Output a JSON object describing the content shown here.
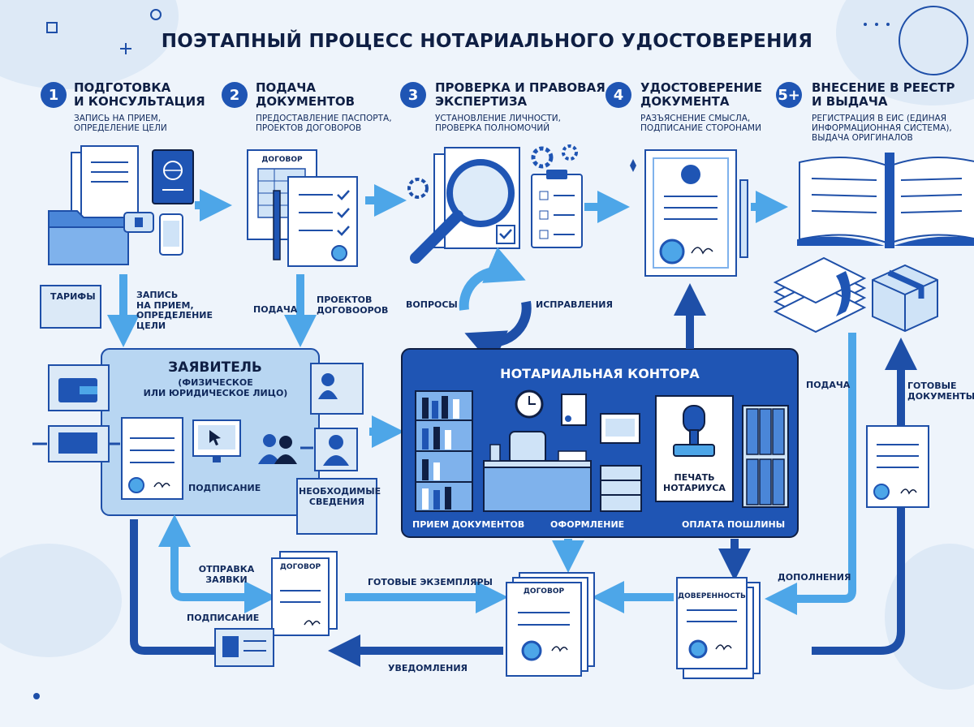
{
  "title": "ПОЭТАПНЫЙ ПРОЦЕСС НОТАРИАЛЬНОГО УДОСТОВЕРЕНИЯ",
  "colors": {
    "primary": "#1f55b4",
    "dark": "#0f1f44",
    "light_blue": "#cfe3f7",
    "arrow_light": "#4da6e8",
    "arrow_dark": "#1e4fa8"
  },
  "steps": [
    {
      "num": "1",
      "title": [
        "ПОДГОТОВКА",
        "И КОНСУЛЬТАЦИЯ"
      ],
      "desc": [
        "ЗАПИСЬ НА ПРИЕМ,",
        "ОПРЕДЕЛЕНИЕ ЦЕЛИ"
      ]
    },
    {
      "num": "2",
      "title": [
        "ПОДАЧА",
        "ДОКУМЕНТОВ"
      ],
      "desc": [
        "ПРЕДОСТАВЛЕНИЕ ПАСПОРТА,",
        "ПРОЕКТОВ ДОГОВОРОВ"
      ]
    },
    {
      "num": "3",
      "title": [
        "ПРОВЕРКА И ПРАВОВАЯ",
        "ЭКСПЕРТИЗА"
      ],
      "desc": [
        "УСТАНОВЛЕНИЕ ЛИЧНОСТИ,",
        "ПРОВЕРКА ПОЛНОМОЧИЙ"
      ]
    },
    {
      "num": "4",
      "title": [
        "УДОСТОВЕРЕНИЕ",
        "ДОКУМЕНТА"
      ],
      "desc": [
        "РАЗЪЯСНЕНИЕ СМЫСЛА,",
        "ПОДПИСАНИЕ СТОРОНАМИ"
      ]
    },
    {
      "num": "5+",
      "title": [
        "ВНЕСЕНИЕ В РЕЕСТР",
        "И ВЫДАЧА"
      ],
      "desc": [
        "РЕГИСТРАЦИЯ В ЕИС (ЕДИНАЯ",
        "ИНФОРМАЦИОННАЯ СИСТЕМА),",
        "ВЫДАЧА ОРИГИНАЛОВ"
      ]
    }
  ],
  "labels": {
    "tariffs": "ТАРИФЫ",
    "appointment": [
      "ЗАПИСЬ",
      "НА ПРИЕМ,",
      "ОПРЕДЕЛЕНИЕ",
      "ЦЕЛИ"
    ],
    "submission": "ПОДАЧА",
    "draft_contracts": [
      "ПРОЕКТОВ",
      "ДОГОВООРОВ"
    ],
    "questions": "ВОПРОСЫ",
    "corrections": "ИСПРАВЛЕНИЯ",
    "applicant_title": "ЗАЯВИТЕЛЬ",
    "applicant_sub": [
      "(ФИЗИЧЕСКОЕ",
      "ИЛИ ЮРИДИЧЕСКОЕ ЛИЦО)"
    ],
    "signing": "ПОДПИСАНИЕ",
    "required_info": [
      "НЕОБХОДИМЫЕ",
      "СВЕДЕНИЯ"
    ],
    "office_title": "НОТАРИАЛЬНАЯ КОНТОРА",
    "notary_seal": [
      "ПЕЧАТЬ",
      "НОТАРИУСА"
    ],
    "receive_docs": "ПРИЕМ ДОКУМЕНТОВ",
    "processing": "ОФОРМЛЕНИЕ",
    "fee_payment": "ОПЛАТА ПОШЛИНЫ",
    "submission_right": "ПОДАЧА",
    "ready_docs": [
      "ГОТОВЫЕ",
      "ДОКУМЕНТЫ"
    ],
    "send_request": [
      "ОТПРАВКА",
      "ЗАЯВКИ"
    ],
    "signing_bottom": "ПОДПИСАНИЕ",
    "ready_copies": "ГОТОВЫЕ ЭКЗЕМПЛЯРЫ",
    "notifications": "УВЕДОМЛЕНИЯ",
    "additions": "ДОПОЛНЕНИЯ",
    "contract": "ДОГОВОР",
    "power_of_attorney": "ДОВЕРЕННОСТЬ"
  }
}
